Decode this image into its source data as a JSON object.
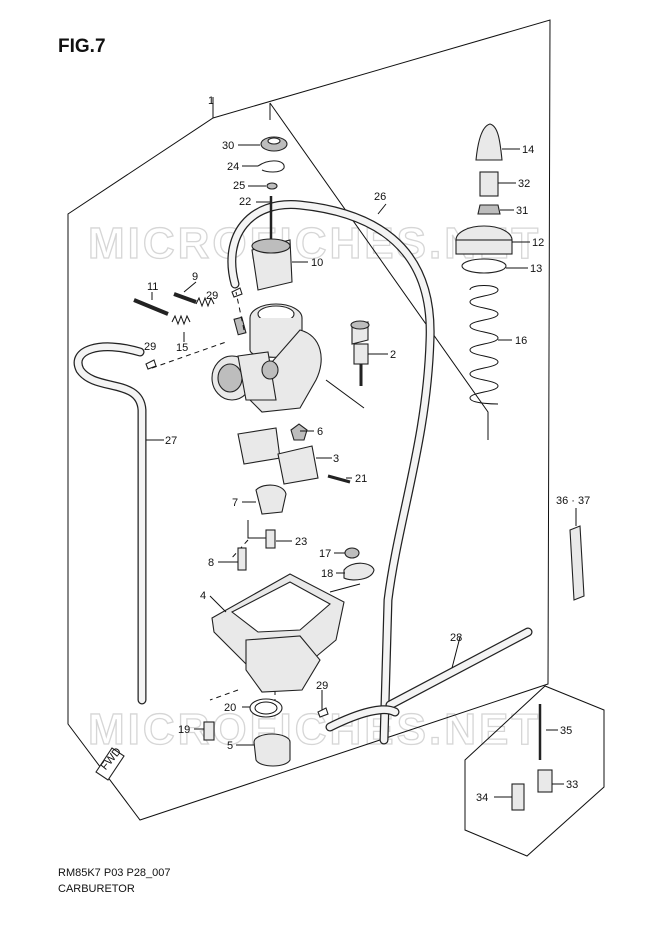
{
  "figure": {
    "title": "FIG.7",
    "model_code": "RM85K7 P03 P28_007",
    "caption": "CARBURETOR",
    "watermark_text": "MICROFICHES.NET",
    "fwd_label": "FWD"
  },
  "callouts": {
    "c1": "1",
    "c2": "2",
    "c3": "3",
    "c4": "4",
    "c5": "5",
    "c6": "6",
    "c7": "7",
    "c8": "8",
    "c9": "9",
    "c10": "10",
    "c11": "11",
    "c12": "12",
    "c13": "13",
    "c14": "14",
    "c15": "15",
    "c16": "16",
    "c17": "17",
    "c18": "18",
    "c19": "19",
    "c20": "20",
    "c21": "21",
    "c22": "22",
    "c23": "23",
    "c24": "24",
    "c25": "25",
    "c26": "26",
    "c27": "27",
    "c28": "28",
    "c29a": "29",
    "c29b": "29",
    "c29c": "29",
    "c30": "30",
    "c31": "31",
    "c32": "32",
    "c33": "33",
    "c34": "34",
    "c35": "35",
    "c36_37": "36 · 37"
  },
  "colors": {
    "line": "#111111",
    "watermark": "#d6d6d6",
    "part_fill": "#e9e9e9",
    "part_dark": "#bdbdbd"
  }
}
